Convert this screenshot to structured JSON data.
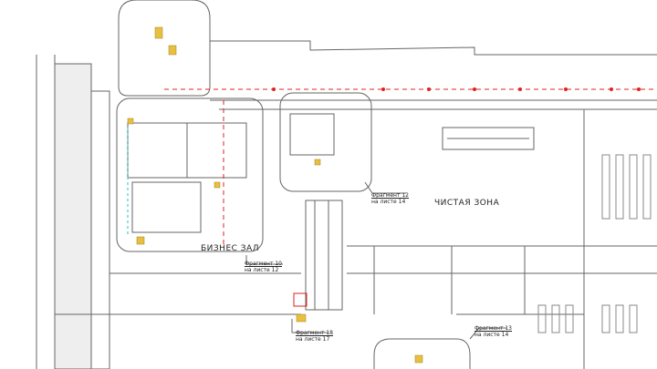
{
  "zones": {
    "clean_zone": "ЧИСТАЯ ЗОНА",
    "business_hall": "БИЗНЕС ЗАЛ"
  },
  "fragments": [
    {
      "title": "Фрагмент 12",
      "sheet": "на листе 14"
    },
    {
      "title": "Фрагмент 10",
      "sheet": "на листе 12"
    },
    {
      "title": "Фрагмент 18",
      "sheet": "на листе 17"
    },
    {
      "title": "Фрагмент 13",
      "sheet": "на листе 14"
    }
  ],
  "colors": {
    "wall": "#555555",
    "route": "#e02020",
    "equipment": "#e8c040",
    "water": "#20c0c0"
  }
}
